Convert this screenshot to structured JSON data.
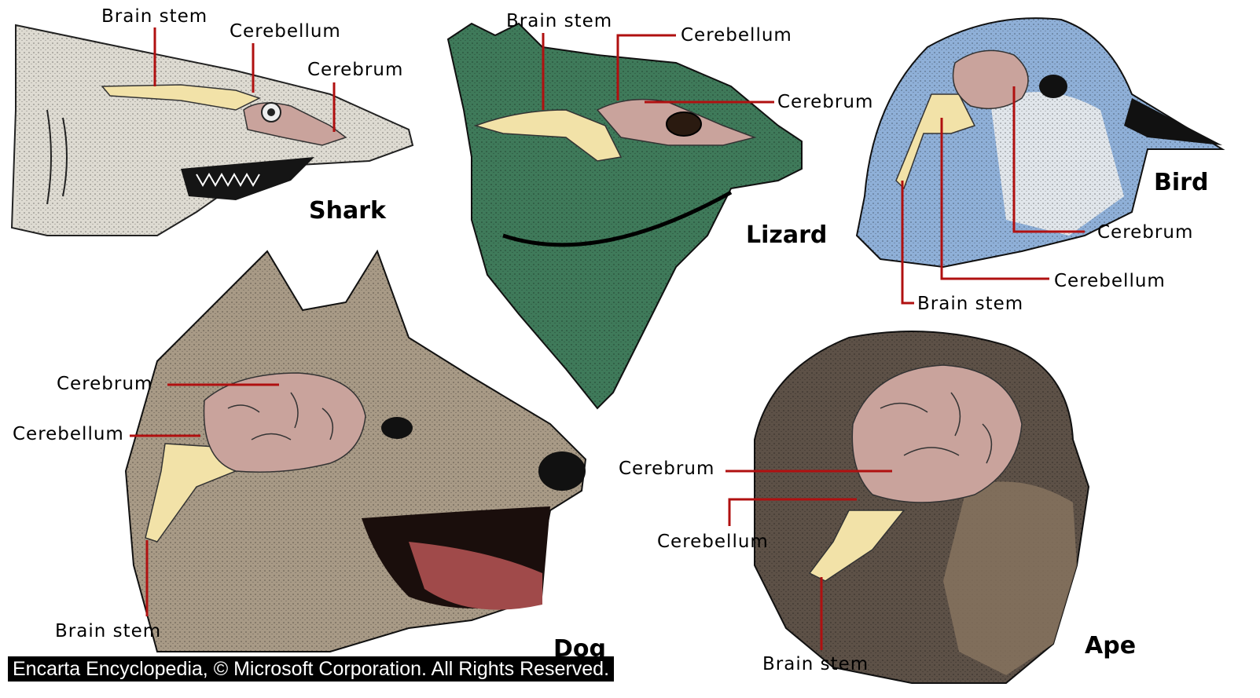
{
  "animals": {
    "shark": {
      "name": "Shark",
      "brain_stem": "Brain stem",
      "cerebellum": "Cerebellum",
      "cerebrum": "Cerebrum"
    },
    "lizard": {
      "name": "Lizard",
      "brain_stem": "Brain stem",
      "cerebellum": "Cerebellum",
      "cerebrum": "Cerebrum"
    },
    "bird": {
      "name": "Bird",
      "brain_stem": "Brain stem",
      "cerebellum": "Cerebellum",
      "cerebrum": "Cerebrum"
    },
    "dog": {
      "name": "Dog",
      "brain_stem": "Brain stem",
      "cerebellum": "Cerebellum",
      "cerebrum": "Cerebrum"
    },
    "ape": {
      "name": "Ape",
      "brain_stem": "Brain stem",
      "cerebellum": "Cerebellum",
      "cerebrum": "Cerebrum"
    }
  },
  "credit": "Encarta Encyclopedia, © Microsoft Corporation. All Rights Reserved.",
  "colors": {
    "leader_line": "#b01010",
    "cerebrum": "#c9a39c",
    "brain_stem": "#f2e2a8",
    "shark_skin": "#dcdad2",
    "lizard_skin": "#3f7a5a",
    "bird_feather": "#8fb0d8",
    "dog_fur": "#a89a86",
    "ape_fur": "#5d5147"
  }
}
